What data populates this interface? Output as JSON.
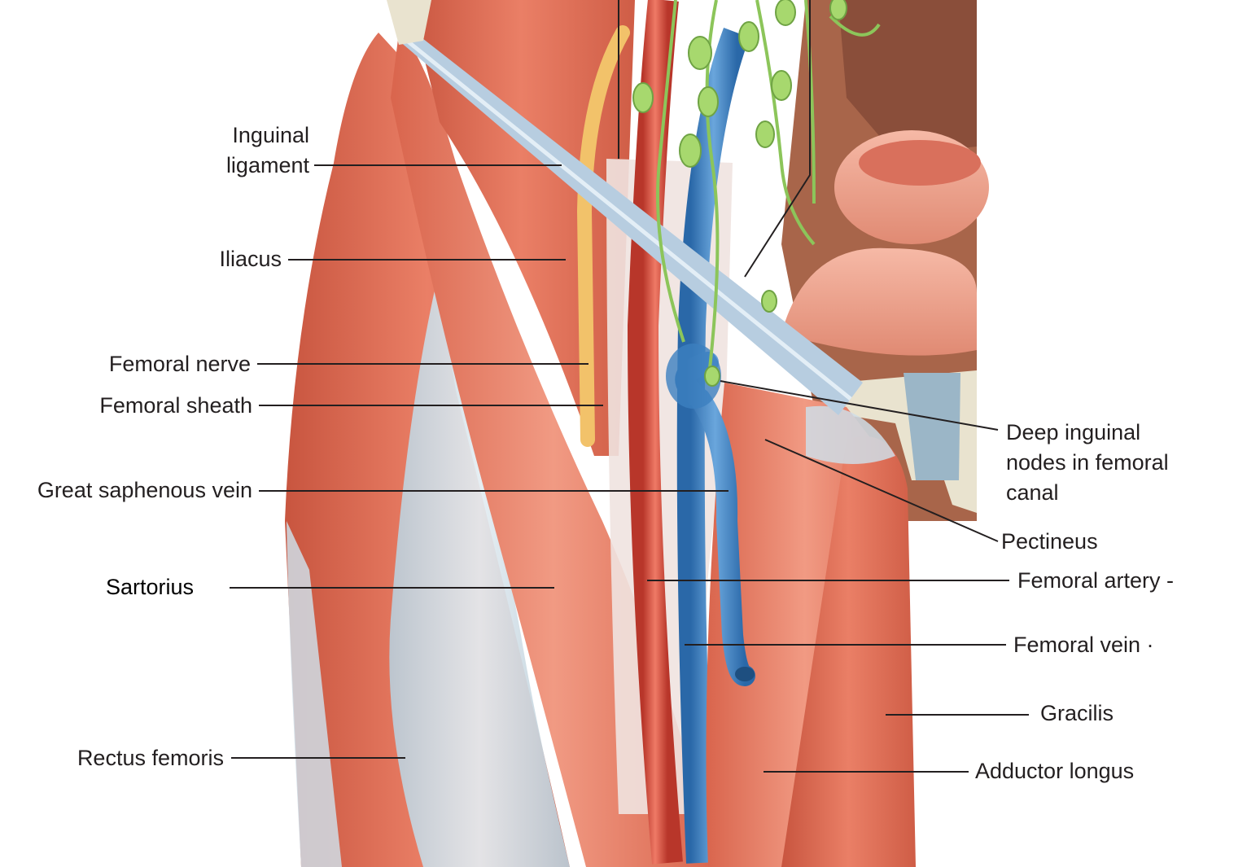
{
  "figure": {
    "colors": {
      "muscle": "#e2725a",
      "muscle_dark": "#c8553f",
      "muscle_light": "#f0a28c",
      "tendon": "#cfdde6",
      "vein": "#3c7fbf",
      "artery": "#d94a3a",
      "nerve": "#f2c26a",
      "node": "#9fd46a",
      "bone": "#e9e3cf",
      "leader": "#231f20"
    }
  },
  "labels": {
    "inguinal_ligament": "Inguinal\nligament",
    "iliacus": "Iliacus",
    "femoral_nerve": "Femoral nerve",
    "femoral_sheath": "Femoral sheath",
    "great_saphenous_vein": "Great saphenous vein",
    "sartorius": "Sartorius",
    "rectus_femoris": "Rectus femoris",
    "deep_inguinal_nodes": "Deep inguinal\nnodes in femoral\ncanal",
    "pectineus": "Pectineus",
    "femoral_artery": "Femoral artery -",
    "femoral_vein": "Femoral vein  ·",
    "gracilis": "Gracilis",
    "adductor_longus": "Adductor longus"
  }
}
